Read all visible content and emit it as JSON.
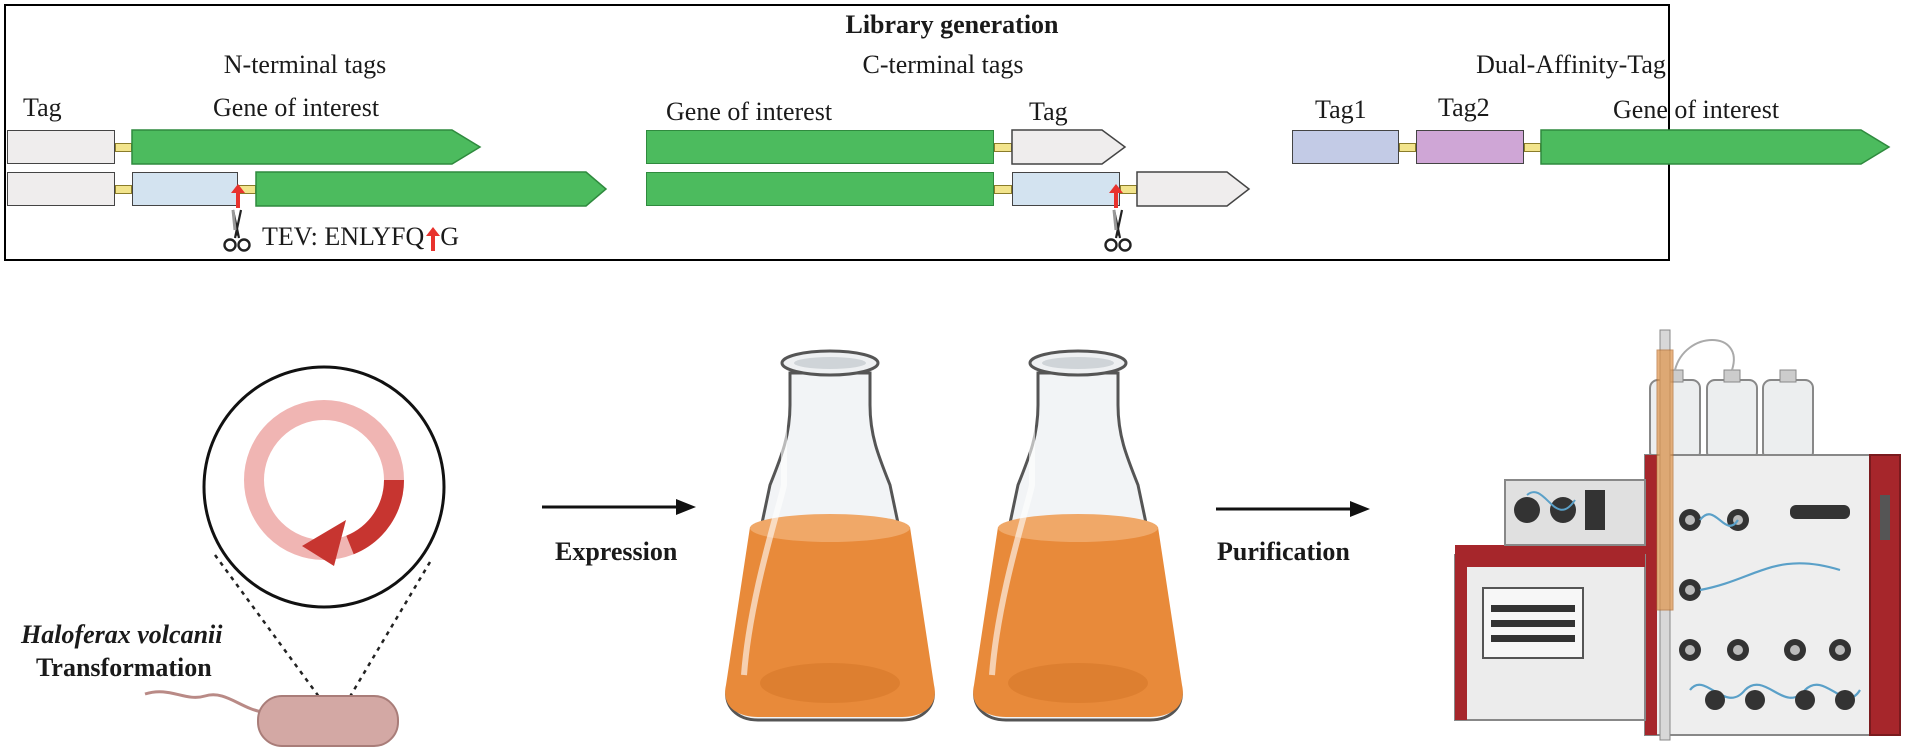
{
  "library": {
    "title": "Library generation",
    "n_terminal": {
      "heading": "N-terminal tags",
      "tag_label": "Tag",
      "gene_label": "Gene of interest"
    },
    "c_terminal": {
      "heading": "C-terminal tags",
      "gene_label": "Gene of interest",
      "tag_label": "Tag"
    },
    "dual": {
      "heading": "Dual-Affinity-Tag",
      "tag1_label": "Tag1",
      "tag2_label": "Tag2",
      "gene_label": "Gene of interest"
    },
    "tev": {
      "prefix": "TEV: ENLYFQ",
      "suffix": "G"
    }
  },
  "workflow": {
    "organism": "Haloferax volcanii",
    "transformation": "Transformation",
    "expression": "Expression",
    "purification": "Purification"
  },
  "colors": {
    "gene_green": "#4cbb5e",
    "tag_grey": "#efeded",
    "tev_blue": "#d3e3f0",
    "tag1_lavender": "#c3cbe6",
    "tag2_purple": "#cfa6d6",
    "linker_yellow": "#f2e48c",
    "arrow_red": "#e8322d",
    "culture_orange": "#e88a3a",
    "plasmid_dark": "#c73530",
    "plasmid_light": "#f0b5b3",
    "instrument_red": "#a6262b"
  },
  "icons": [
    "scissors-icon",
    "red-arrow-icon",
    "plasmid-icon",
    "bacterium-icon",
    "flask-icon",
    "chromatography-system-icon",
    "process-arrow-icon"
  ]
}
